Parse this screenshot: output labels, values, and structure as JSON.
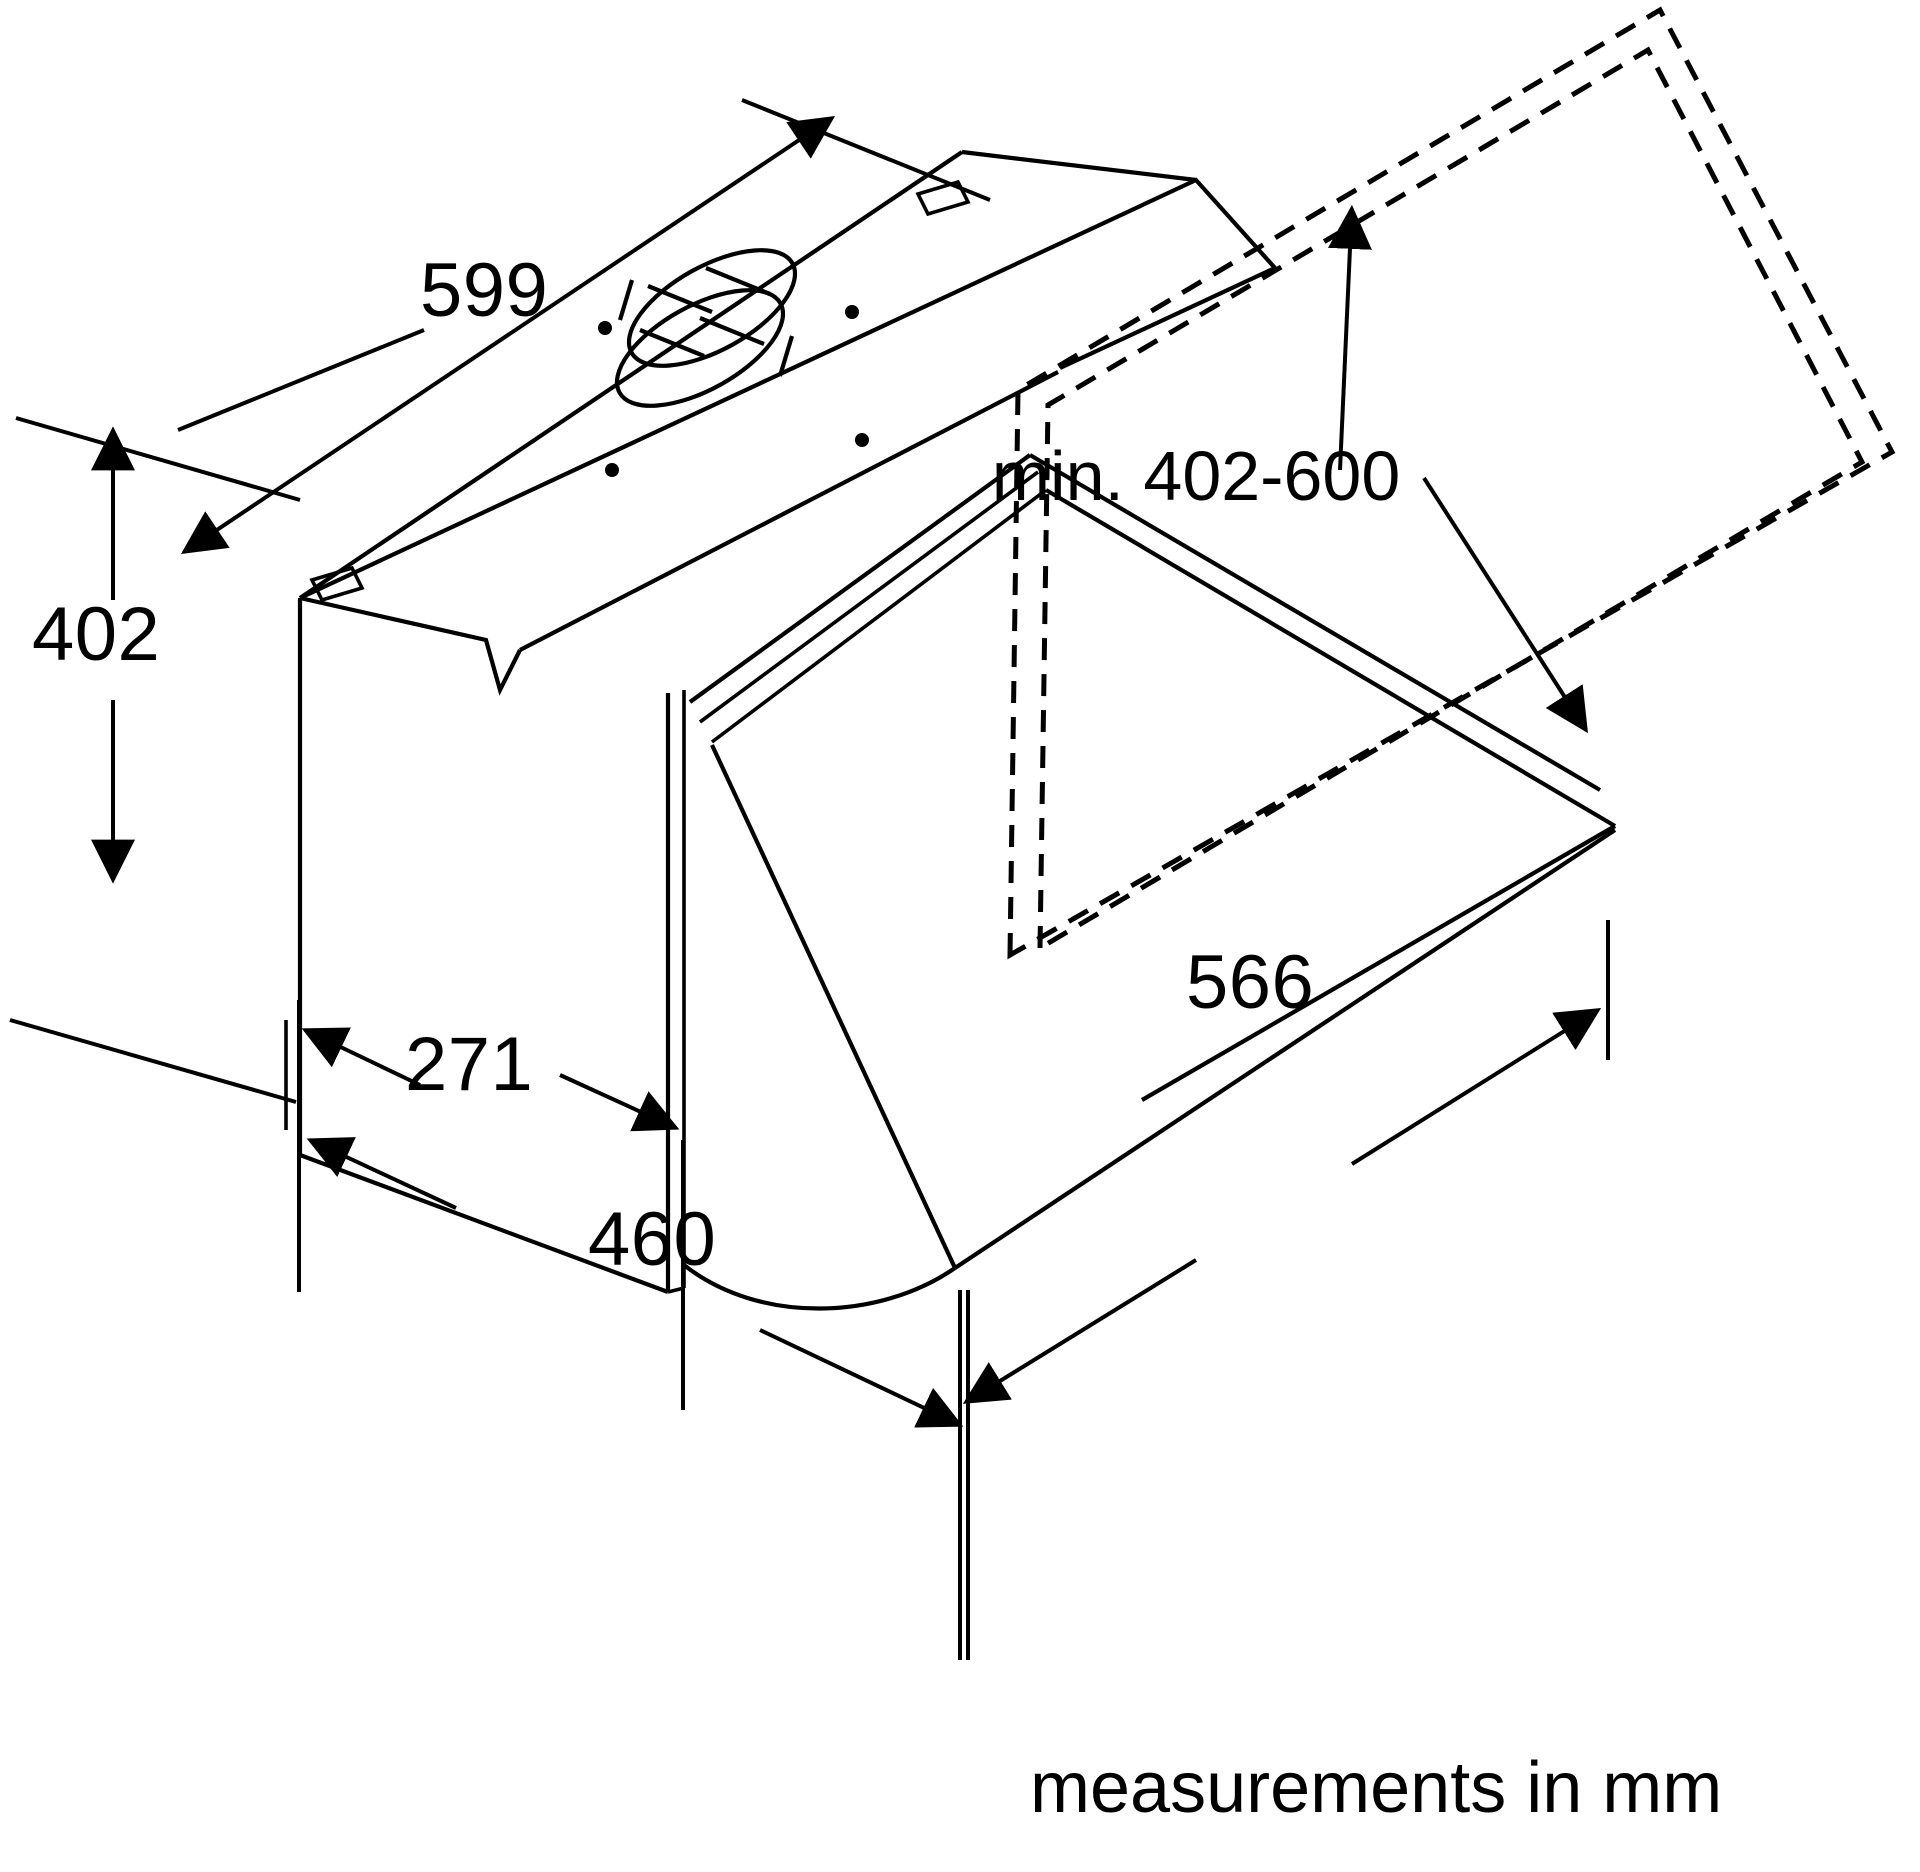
{
  "drawing": {
    "title": "Cooker hood installation dimension drawing",
    "units_note": "measurements in mm",
    "background_color": "#ffffff",
    "line_color": "#000000"
  },
  "dimensions": {
    "width": {
      "label": "599",
      "value": 599,
      "unit": "mm",
      "describes": "overall hood width"
    },
    "height": {
      "label": "402",
      "value": 402,
      "unit": "mm",
      "describes": "overall hood height"
    },
    "depth_front": {
      "label": "271",
      "value": 271,
      "unit": "mm",
      "describes": "upper body depth"
    },
    "depth_total": {
      "label": "460",
      "value": 460,
      "unit": "mm",
      "describes": "overall depth"
    },
    "panel_width": {
      "label": "566",
      "value": 566,
      "unit": "mm",
      "describes": "front panel width"
    },
    "clearance": {
      "label": "min. 402-600",
      "min_value": 402,
      "max_value": 600,
      "unit": "mm",
      "describes": "minimum opening clearance range"
    }
  },
  "chart_data": {
    "type": "table",
    "title": "Cooker hood installation dimension drawing",
    "categories": [
      "599",
      "402",
      "271",
      "460",
      "566",
      "min. 402-600"
    ],
    "values": [
      599,
      402,
      271,
      460,
      566,
      402
    ],
    "annotations": [
      "599",
      "402",
      "271",
      "460",
      "566",
      "min. 402-600",
      "measurements in mm"
    ],
    "xlabel": "",
    "ylabel": "",
    "legend": []
  },
  "labels": {
    "w599": "599",
    "h402": "402",
    "d271": "271",
    "d460": "460",
    "p566": "566",
    "clearance": "min. 402-600",
    "footer": "measurements in mm"
  }
}
